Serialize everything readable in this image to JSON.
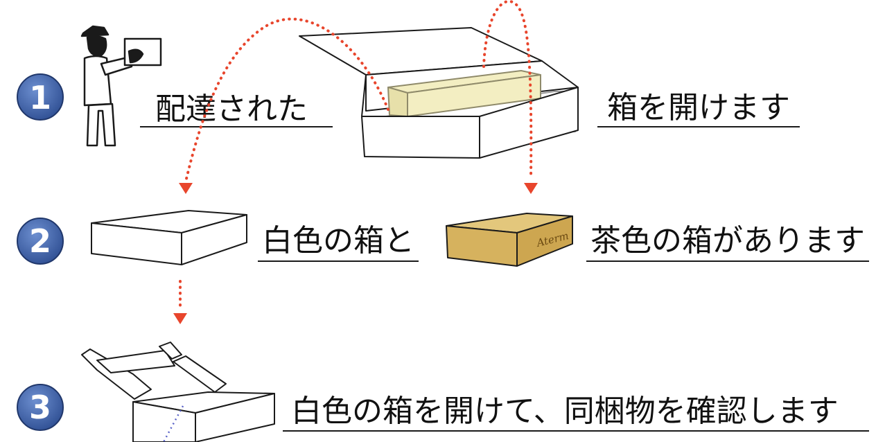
{
  "steps": [
    {
      "number": "1",
      "captions": [
        "配達された",
        "箱を開けます"
      ]
    },
    {
      "number": "2",
      "captions": [
        "白色の箱と",
        "茶色の箱があります"
      ]
    },
    {
      "number": "3",
      "captions": [
        "白色の箱を開けて、同梱物を確認します"
      ]
    }
  ],
  "brown_box_brand": "Aterm",
  "colors": {
    "badge_blue": "#3a5fa8",
    "arrow_red": "#e8452c",
    "inner_box_cream": "#f3eec2",
    "brown_box": "#d6b25e",
    "line": "#1a1a1a"
  }
}
